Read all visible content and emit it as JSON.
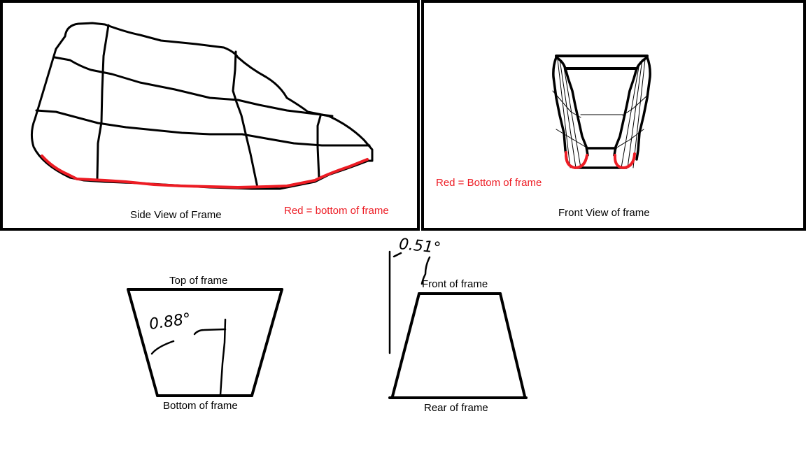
{
  "colors": {
    "stroke": "#000000",
    "highlight": "#ed1c24",
    "background": "#ffffff"
  },
  "side_view": {
    "caption": "Side View of Frame",
    "legend": "Red = bottom of frame"
  },
  "front_view": {
    "caption": "Front View of frame",
    "legend": "Red = Bottom of frame"
  },
  "top_bottom_diagram": {
    "top_label": "Top of frame",
    "bottom_label": "Bottom of frame",
    "angle": "0.88°"
  },
  "front_rear_diagram": {
    "front_label": "Front of frame",
    "rear_label": "Rear of frame",
    "angle": "0.51°"
  }
}
